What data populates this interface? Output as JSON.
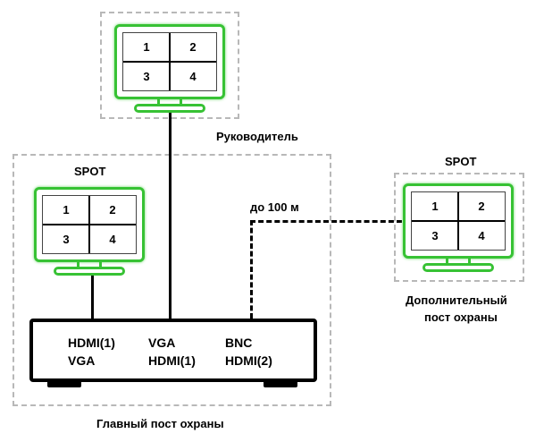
{
  "monitors": {
    "director": {
      "caption": "Руководитель",
      "quadrants": [
        "1",
        "2",
        "3",
        "4"
      ]
    },
    "spot_main": {
      "caption": "SPOT",
      "quadrants": [
        "1",
        "2",
        "3",
        "4"
      ]
    },
    "spot_remote": {
      "caption": "SPOT",
      "quadrants": [
        "1",
        "2",
        "3",
        "4"
      ]
    }
  },
  "remote_post": {
    "caption_line1": "Дополнительный",
    "caption_line2": "пост охраны"
  },
  "main_post": {
    "caption": "Главный пост охраны"
  },
  "distance_label": "до 100 м",
  "recorder": {
    "ports": {
      "col1_line1": "HDMI(1)",
      "col1_line2": "VGA",
      "col2_line1": "VGA",
      "col2_line2": "HDMI(1)",
      "col3_line1": "BNC",
      "col3_line2": "HDMI(2)"
    }
  },
  "colors": {
    "monitor_accent": "#37c234",
    "frame_dash": "#b8b8b8",
    "line": "#000000"
  }
}
